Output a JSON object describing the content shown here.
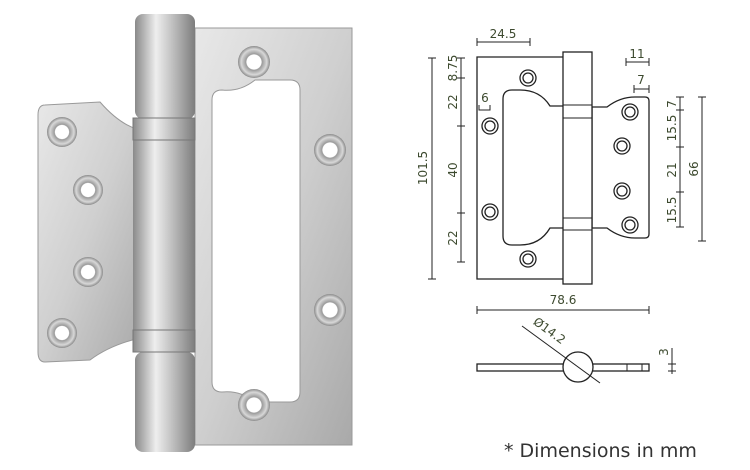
{
  "drawing": {
    "dimensions": {
      "leaf_hole_offset_top": "24.5",
      "total_height": "101.5",
      "top_hole_offset": "8.75",
      "upper_gap": "22",
      "middle_span": "40",
      "lower_gap": "22",
      "hole_edge_offset": "6",
      "right_leaf_width": "11",
      "right_hole_offset": "7",
      "right_top_offset": "7",
      "right_upper_span": "15.5",
      "right_middle_span": "21",
      "right_lower_span": "15.5",
      "right_leaf_height": "66",
      "total_width": "78.6",
      "knuckle_diameter": "Ø14.2",
      "leaf_thickness": "3"
    },
    "note": "* Dimensions in mm"
  },
  "colors": {
    "steel_light": "#e4e4e4",
    "steel_dark": "#8e8e8e",
    "dimension_text": "#3d4a2f"
  }
}
